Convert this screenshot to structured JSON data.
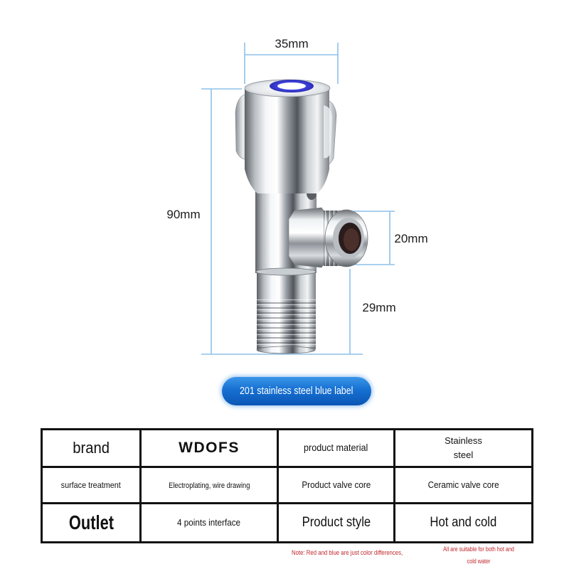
{
  "dimensions": {
    "top_width": "35mm",
    "total_height": "90mm",
    "outlet_size": "20mm",
    "inlet_length": "29mm"
  },
  "product_label": "201 stainless steel blue label",
  "spec_table": {
    "rows": [
      [
        "brand",
        "WDOFS",
        "product material",
        "Stainless steel"
      ],
      [
        "surface treatment",
        "Electroplating, wire drawing",
        "Product valve core",
        "Ceramic valve core"
      ],
      [
        "Outlet",
        "4 points interface",
        "Product style",
        "Hot and cold"
      ]
    ]
  },
  "notes": {
    "color_note": "Note: Red and blue are just color differences,",
    "usage_note_lines": [
      "All are suitable for both hot and",
      "cold water"
    ]
  },
  "colors": {
    "dimension_line": "#8dc0ea",
    "label_blue": "#1670d2",
    "handle_ring_blue": "#3a3dd6",
    "note_red": "#c0282d",
    "table_border": "#111111"
  },
  "icons": {
    "product": "angle-valve-image"
  }
}
